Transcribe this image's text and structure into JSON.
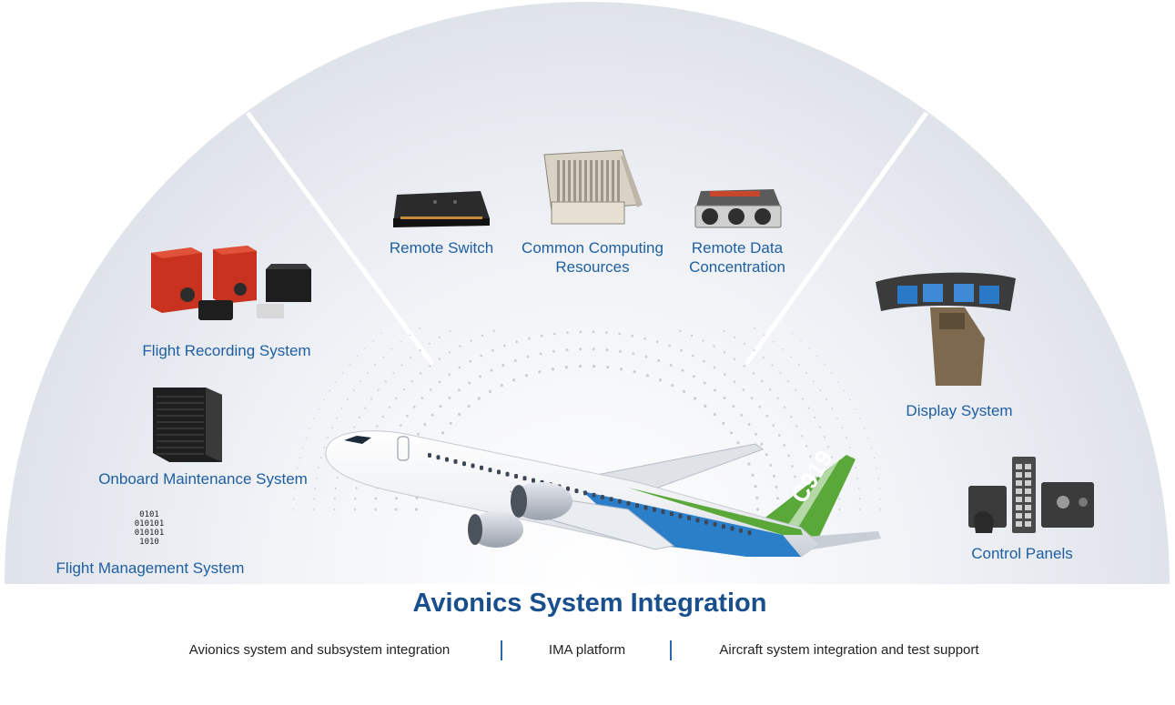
{
  "title": "Avionics System Integration",
  "left_segment": {
    "items": [
      {
        "label": "Flight Recording System",
        "icon": "flight-recorder-icon"
      },
      {
        "label": "Onboard Maintenance System",
        "icon": "maintenance-computer-icon"
      },
      {
        "label": "Flight Management System",
        "icon": "binary-code-icon",
        "icon_text": [
          "0101",
          "010101",
          "010101",
          "1010"
        ]
      }
    ]
  },
  "center_segment": {
    "items": [
      {
        "label": "Remote Switch",
        "icon": "remote-switch-icon"
      },
      {
        "label": "Common Computing\nResources",
        "icon": "computing-rack-icon"
      },
      {
        "label": "Remote Data\nConcentration",
        "icon": "data-concentrator-icon"
      }
    ]
  },
  "right_segment": {
    "items": [
      {
        "label": "Display System",
        "icon": "cockpit-display-icon"
      },
      {
        "label": "Control Panels",
        "icon": "control-panel-icon"
      }
    ]
  },
  "aircraft": {
    "tail_text": "C919",
    "icon": "airplane-icon"
  },
  "capabilities": [
    "Avionics system and subsystem integration",
    "IMA platform",
    "Aircraft system integration and test support"
  ],
  "colors": {
    "label": "#1f5fa0",
    "title": "#1a4f8e",
    "separator": "#2a67b0",
    "tail_green": "#5aa83a",
    "belly_blue": "#2b7fc8"
  }
}
